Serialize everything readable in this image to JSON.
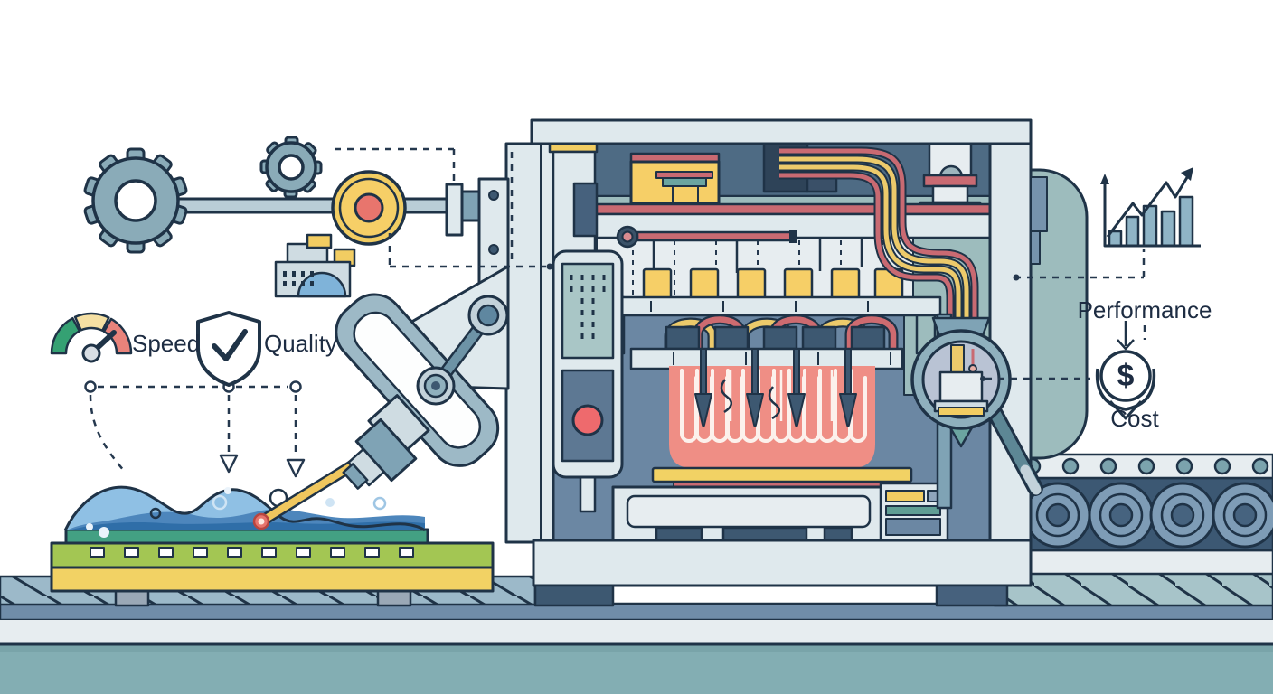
{
  "illustration": {
    "title": "automated-manufacturing-machine-line-art",
    "labels": {
      "speed": "Speed",
      "quality": "Quality",
      "performance": "Performance",
      "cost": "Cost"
    },
    "symbols": {
      "dollar": "$"
    },
    "icons": [
      "speed-gauge-icon",
      "shield-check-icon",
      "gears-icon",
      "factory-icon",
      "bar-chart-growth-icon",
      "dollar-cost-icon",
      "magnifier-icon",
      "robotic-arm",
      "heating-chamber",
      "conveyor-rollers"
    ],
    "colors": {
      "outline": "#1f3347",
      "machine_light": "#dfe9ed",
      "machine_shadow": "#c5d4db",
      "interior_slate": "#6b87a3",
      "interior_dark": "#4e6b84",
      "teal_panel": "#9dbcbd",
      "steel_blue": "#8aabb8",
      "accent_yellow": "#f2cd62",
      "accent_red": "#c96a72",
      "heater_salmon": "#ef8e85",
      "button_red": "#ee6a6d",
      "material_blue": "#5d97c8",
      "board_green": "#a3c653",
      "board_yellow": "#f2d264",
      "platform_teal": "#43a083",
      "floor_teal": "#83aeb3",
      "belt_hatch": "#9cb9c9",
      "gauge_green": "#35a173",
      "gauge_yellow": "#f5e0a3",
      "gauge_red": "#e8837b",
      "bar_fill": "#8fb4c6"
    }
  }
}
